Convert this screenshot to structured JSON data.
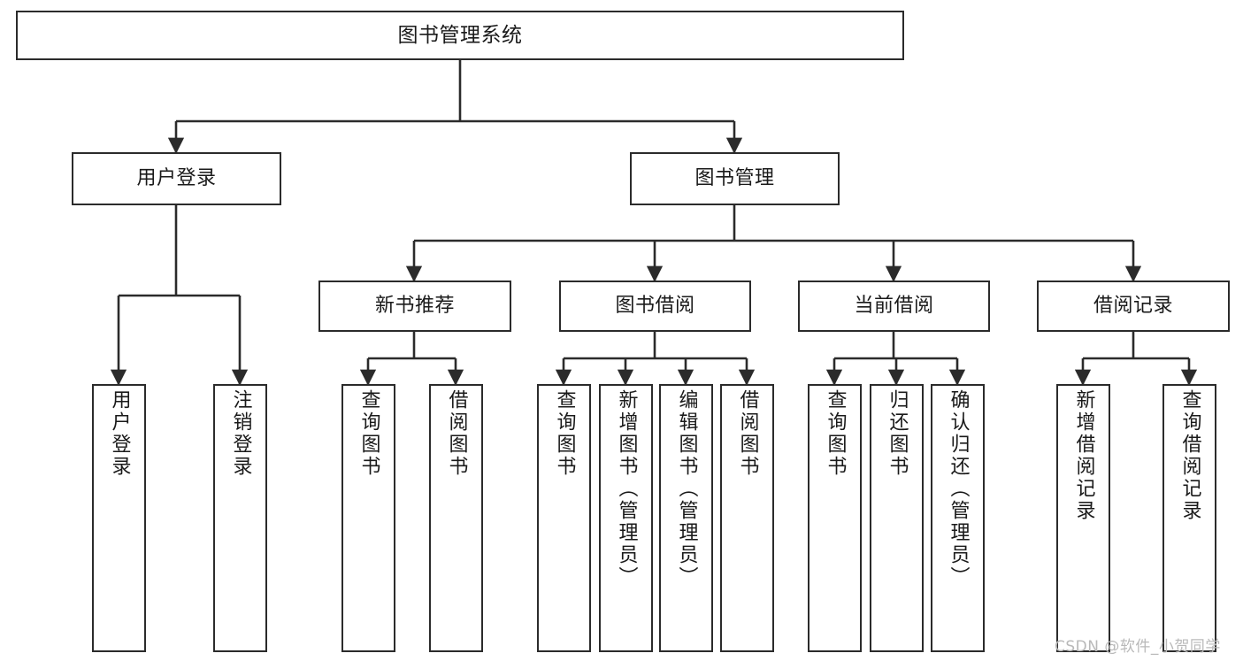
{
  "diagram": {
    "title": "图书管理系统",
    "type": "tree-hierarchy-chart",
    "colors": {
      "stroke": "#2b2b2b",
      "fill": "#ffffff",
      "text": "#1a1a1a",
      "watermark": "#b9b9b9"
    },
    "root": {
      "label": "图书管理系统"
    },
    "level2": [
      {
        "label": "用户登录"
      },
      {
        "label": "图书管理"
      }
    ],
    "level3": [
      {
        "label": "新书推荐"
      },
      {
        "label": "图书借阅"
      },
      {
        "label": "当前借阅"
      },
      {
        "label": "借阅记录"
      }
    ],
    "leaves": {
      "user_login": [
        {
          "label": "用户登录"
        },
        {
          "label": "注销登录"
        }
      ],
      "new_book_recommend": [
        {
          "label": "查询图书"
        },
        {
          "label": "借阅图书"
        }
      ],
      "book_borrow": [
        {
          "label": "查询图书"
        },
        {
          "label": "新增图书（管理员）"
        },
        {
          "label": "编辑图书（管理员）"
        },
        {
          "label": "借阅图书"
        }
      ],
      "current_borrow": [
        {
          "label": "查询图书"
        },
        {
          "label": "归还图书"
        },
        {
          "label": "确认归还（管理员）"
        }
      ],
      "borrow_records": [
        {
          "label": "新增借阅记录"
        },
        {
          "label": "查询借阅记录"
        }
      ]
    }
  },
  "watermark": {
    "text": "CSDN @软件_小贺同学"
  }
}
